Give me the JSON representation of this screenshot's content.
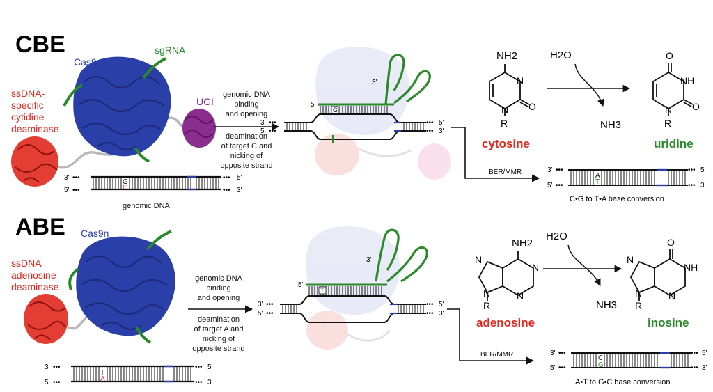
{
  "colors": {
    "red": "#e0281e",
    "blue": "#2b3fa8",
    "green": "#2a8a2a",
    "purple": "#8b2c8f",
    "black": "#111111",
    "gray": "#b9b9b9",
    "pale_blue": "#d7dbf1",
    "pale_red": "#f7c6c6",
    "pale_pink": "#f5c8dd"
  },
  "cbe": {
    "title": "CBE",
    "deaminase_lines": [
      "ssDNA-",
      "specific",
      "cytidine",
      "deaminase"
    ],
    "cas9n": "Cas9n",
    "sgrna": "sgRNA",
    "ugi": "UGI",
    "genomic_label": "genomic DNA",
    "target_top": "G",
    "target_bottom": "C",
    "step1_lines": [
      "genomic DNA",
      "binding",
      "and opening"
    ],
    "step2_lines": [
      "deamination",
      "of target C and",
      "nicking of",
      "opposite strand"
    ],
    "bubble_base": "G",
    "repair": "BER/MMR",
    "product_top": "A",
    "product_bottom": "T",
    "conversion": "C•G to T•A base conversion",
    "reactant": "cytosine",
    "product": "uridine",
    "water": "H2O",
    "ammonia": "NH3",
    "amine": "NH2",
    "r_group": "R",
    "ring_n": "N",
    "ring_nh": "NH",
    "ring_o": "O"
  },
  "abe": {
    "title": "ABE",
    "deaminase_lines": [
      "ssDNA",
      "adenosine",
      "deaminase"
    ],
    "cas9n": "Cas9n",
    "target_top": "T",
    "target_bottom": "A",
    "step1_lines": [
      "genomic DNA",
      "binding",
      "and opening"
    ],
    "step2_lines": [
      "deamination",
      "of target A and",
      "nicking of",
      "opposite strand"
    ],
    "bubble_base": "T",
    "bubble_bottom": "I",
    "repair": "BER/MMR",
    "product_top": "C",
    "product_bottom": "G",
    "conversion": "A•T to G•C base conversion",
    "reactant": "adenosine",
    "product": "inosine",
    "water": "H2O",
    "ammonia": "NH3",
    "amine": "NH2",
    "r_group": "R",
    "ring_n": "N",
    "ring_nh": "NH",
    "ring_o": "O"
  },
  "strand_labels": {
    "three_prime": "3'",
    "five_prime": "5'",
    "dots": "•••"
  }
}
